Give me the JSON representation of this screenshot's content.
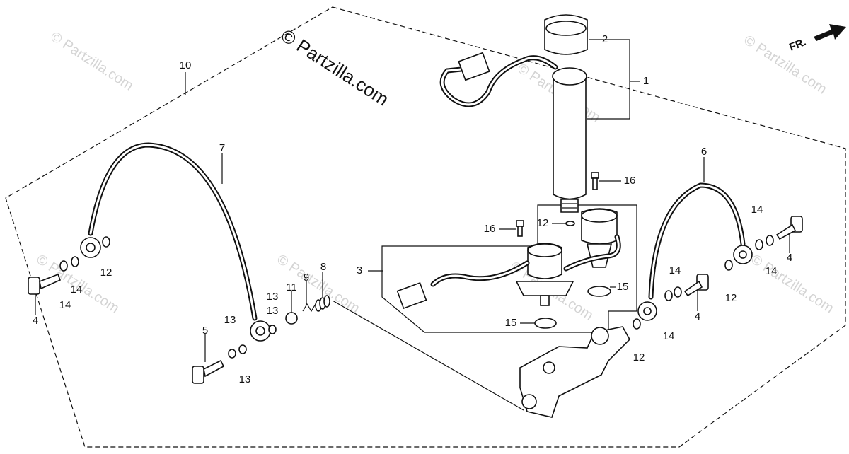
{
  "copyright": "© Partzilla.com",
  "watermark": "© Partzilla.com",
  "direction": "FR.",
  "callouts": {
    "c1": "1",
    "c2": "2",
    "c3": "3",
    "c4a": "4",
    "c4b": "4",
    "c4c": "4",
    "c5": "5",
    "c6": "6",
    "c7": "7",
    "c8": "8",
    "c9": "9",
    "c10": "10",
    "c11": "11",
    "c12a": "12",
    "c12b": "12",
    "c12c": "12",
    "c12d": "12",
    "c13a": "13",
    "c13b": "13",
    "c13c": "13",
    "c13d": "13",
    "c14a": "14",
    "c14b": "14",
    "c14c": "14",
    "c14d": "14",
    "c14e": "14",
    "c14f": "14",
    "c15a": "15",
    "c15b": "15",
    "c16a": "16",
    "c16b": "16"
  }
}
